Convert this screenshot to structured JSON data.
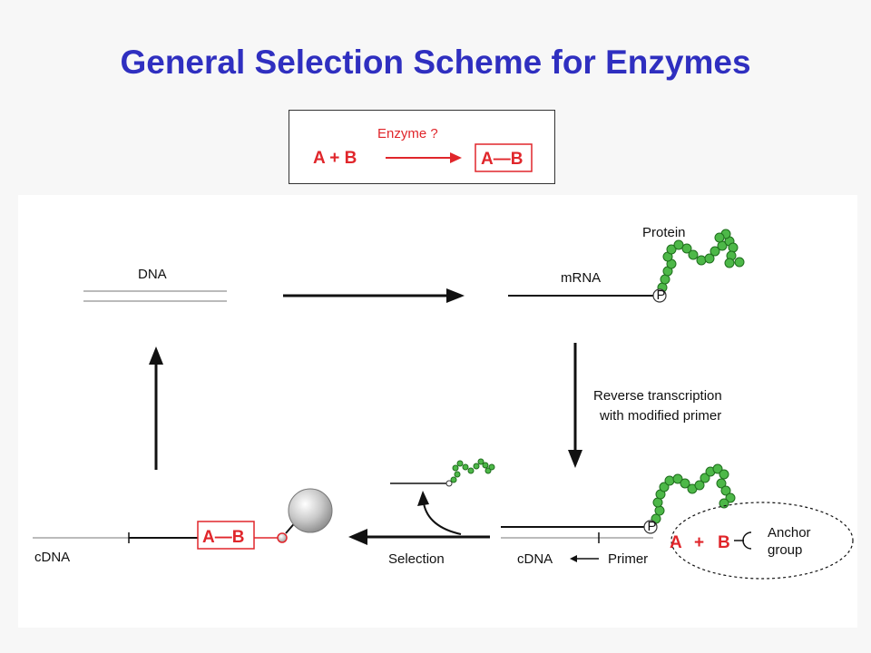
{
  "title": "General Selection Scheme for Enzymes",
  "reaction": {
    "enzyme_label": "Enzyme ?",
    "reactants": "A + B",
    "product": "A—B"
  },
  "labels": {
    "dna": "DNA",
    "mrna": "mRNA",
    "protein": "Protein",
    "p": "P",
    "rt_line1": "Reverse transcription",
    "rt_line2": "with modified primer",
    "cdna_right": "cDNA",
    "primer": "Primer",
    "a": "A",
    "plus": "+",
    "b": "B",
    "anchor_line1": "Anchor",
    "anchor_line2": "group",
    "selection": "Selection",
    "cdna_left": "cDNA",
    "product_left": "A—B"
  },
  "colors": {
    "title": "#2f2fc0",
    "red": "#e0262b",
    "green": "#4db848",
    "green_stroke": "#1f6e1d"
  }
}
